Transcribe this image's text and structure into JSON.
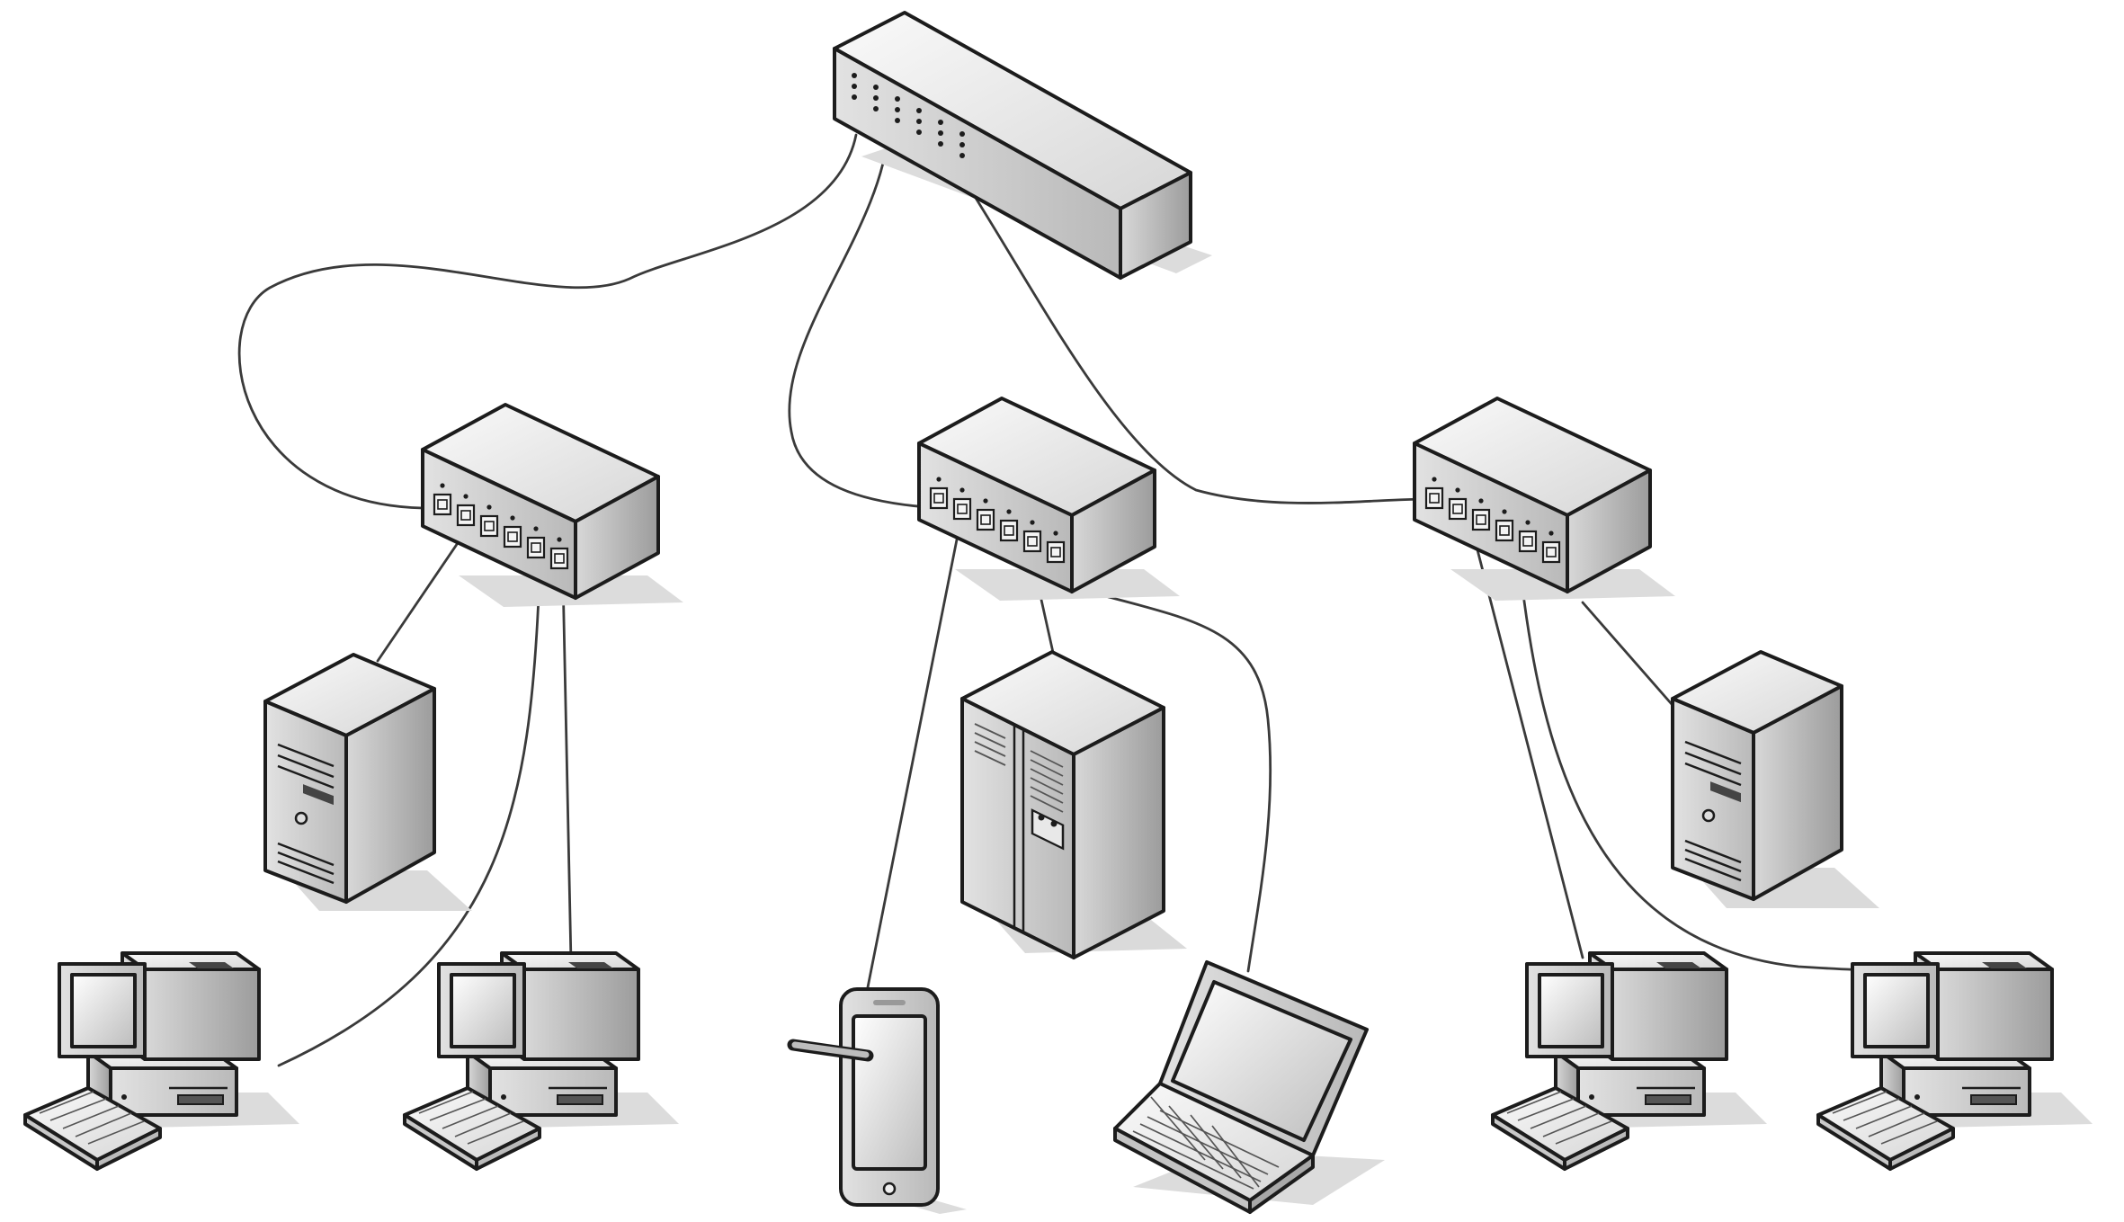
{
  "diagram": {
    "type": "network-topology",
    "nodes": [
      {
        "id": "core-switch",
        "kind": "rack-switch"
      },
      {
        "id": "switch-left",
        "kind": "switch"
      },
      {
        "id": "switch-center",
        "kind": "switch"
      },
      {
        "id": "switch-right",
        "kind": "switch"
      },
      {
        "id": "server-left",
        "kind": "tower-server"
      },
      {
        "id": "server-center",
        "kind": "cabinet-server"
      },
      {
        "id": "server-right",
        "kind": "tower-server"
      },
      {
        "id": "pc-1",
        "kind": "desktop-pc"
      },
      {
        "id": "pc-2",
        "kind": "desktop-pc"
      },
      {
        "id": "tablet",
        "kind": "tablet"
      },
      {
        "id": "laptop",
        "kind": "laptop"
      },
      {
        "id": "pc-3",
        "kind": "desktop-pc"
      },
      {
        "id": "pc-4",
        "kind": "desktop-pc"
      }
    ],
    "links": [
      {
        "from": "core-switch",
        "to": "switch-left"
      },
      {
        "from": "core-switch",
        "to": "switch-center"
      },
      {
        "from": "core-switch",
        "to": "switch-right"
      },
      {
        "from": "switch-left",
        "to": "server-left"
      },
      {
        "from": "switch-left",
        "to": "pc-1"
      },
      {
        "from": "switch-left",
        "to": "pc-2"
      },
      {
        "from": "switch-center",
        "to": "tablet"
      },
      {
        "from": "switch-center",
        "to": "server-center"
      },
      {
        "from": "switch-center",
        "to": "laptop"
      },
      {
        "from": "switch-right",
        "to": "server-right"
      },
      {
        "from": "switch-right",
        "to": "pc-3"
      },
      {
        "from": "switch-right",
        "to": "pc-4"
      }
    ],
    "colors": {
      "line": "#1c1c1c",
      "light": "#f0f0f0",
      "mid": "#cfcfcf",
      "dark": "#9a9a9a",
      "shadow": "#d4d4d4"
    }
  }
}
